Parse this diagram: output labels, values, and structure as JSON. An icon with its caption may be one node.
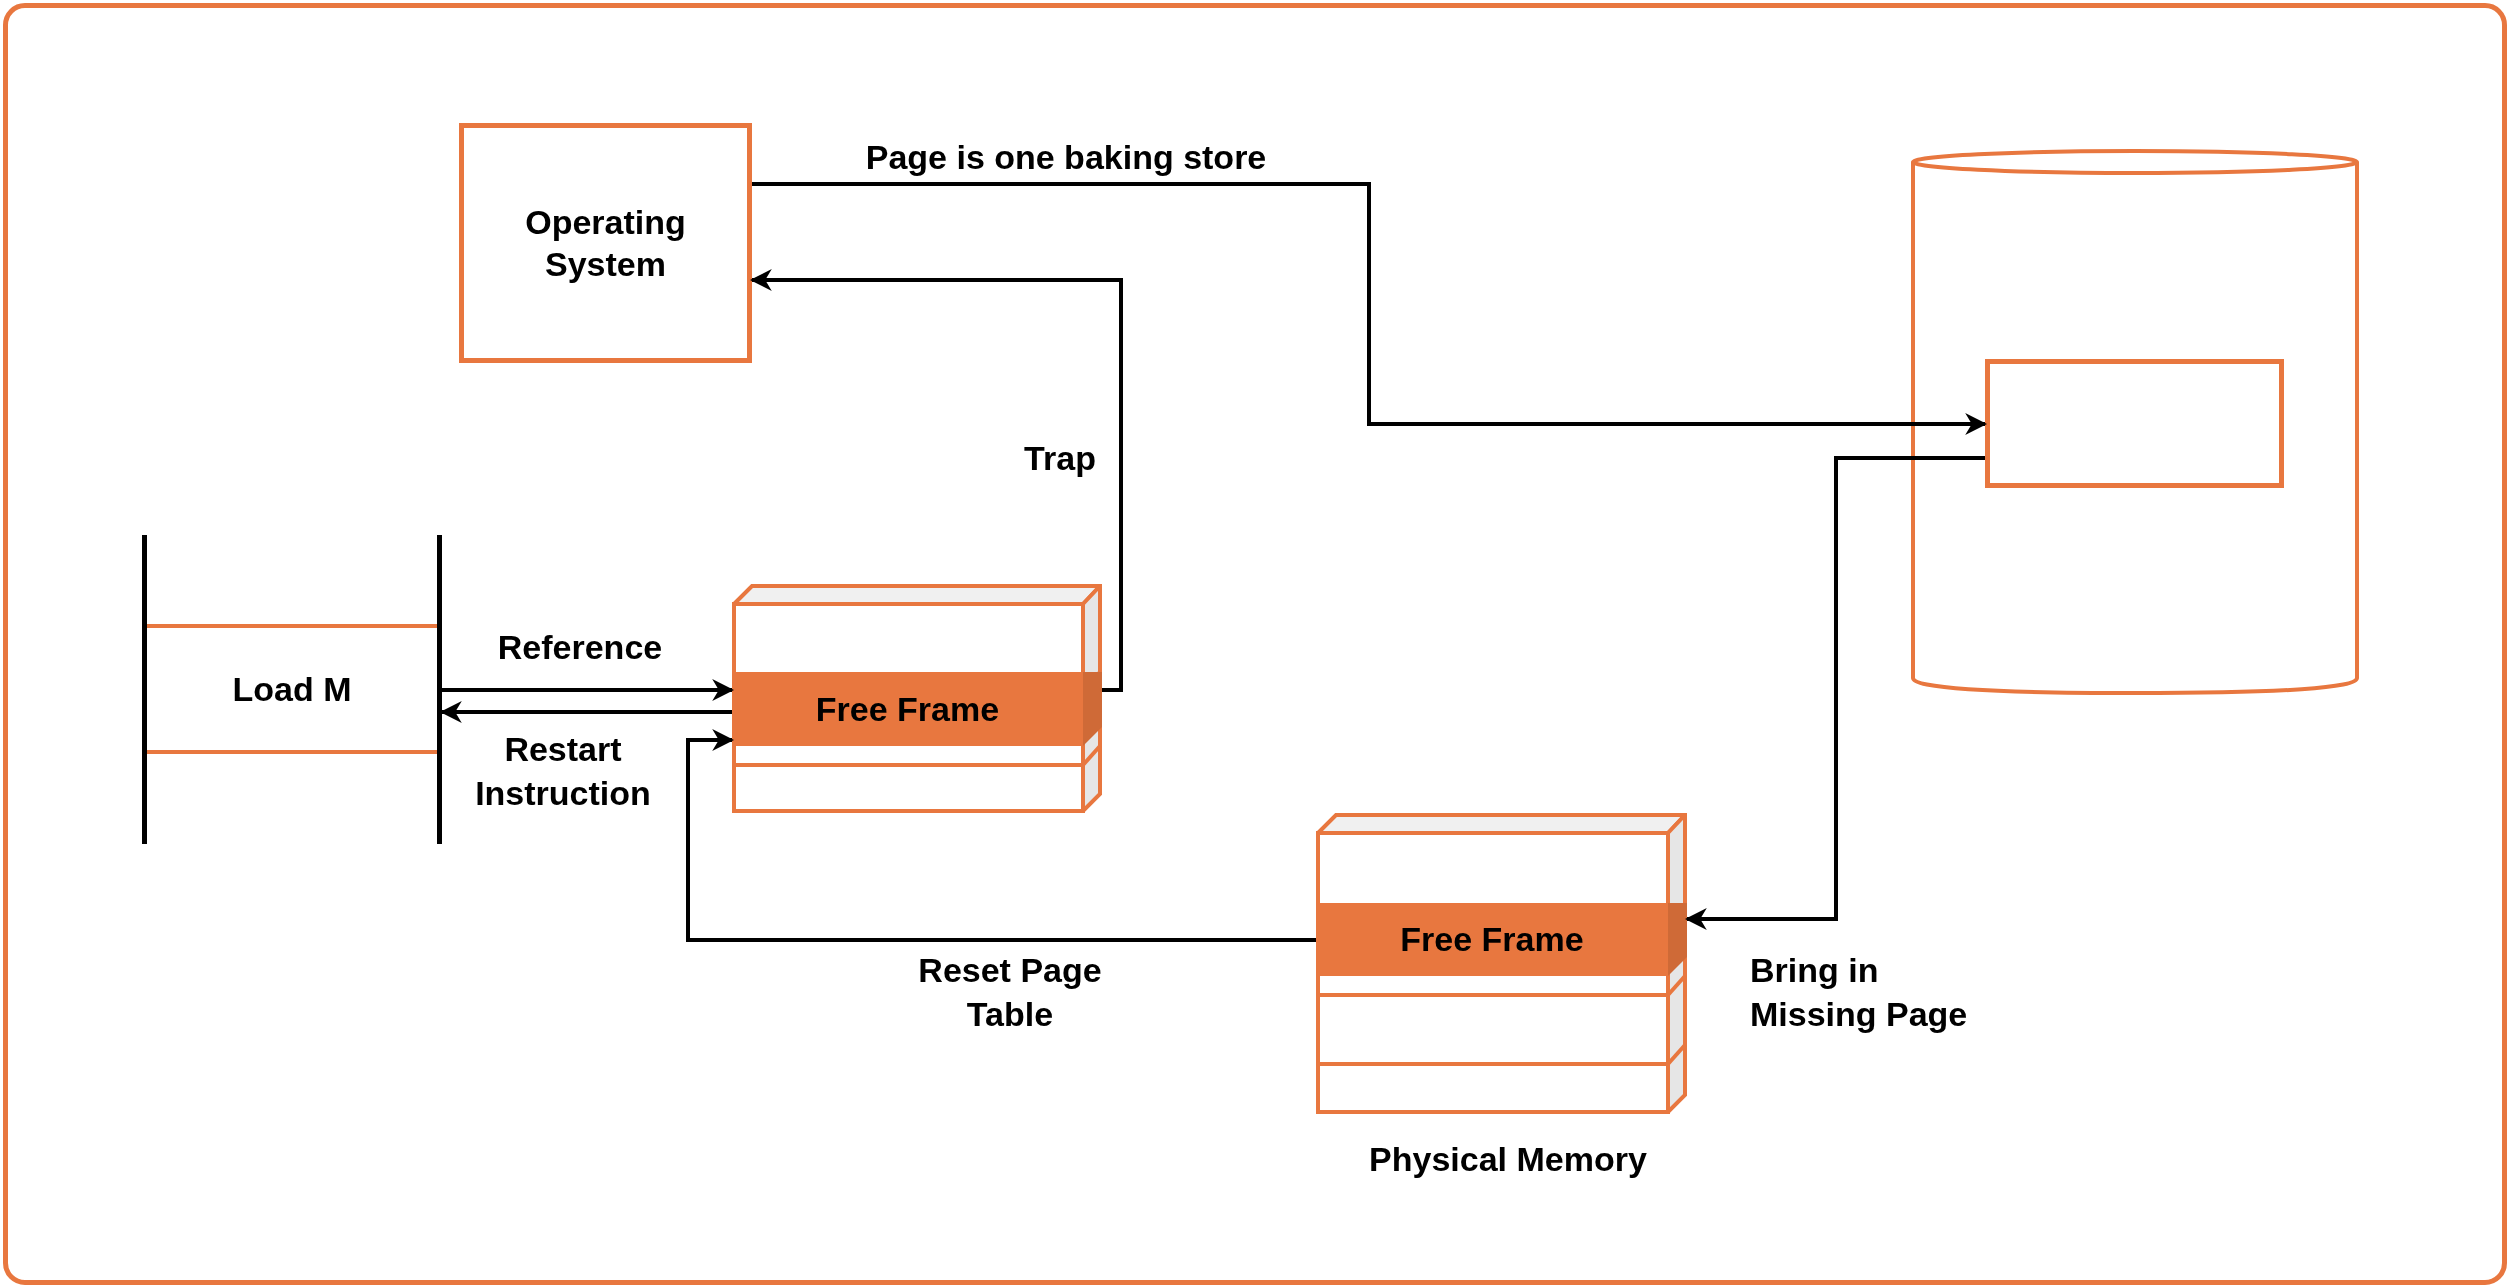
{
  "diagram": {
    "nodes": [
      {
        "text": [
          "Operating System"
        ]
      },
      {
        "text": [
          "Load M"
        ]
      },
      {
        "text": [],
        "shape": "box"
      },
      {
        "text": [
          "Free Frame"
        ],
        "in": 2
      },
      {
        "text": [],
        "shape": "box",
        "beside": [
          "Physical Memory"
        ]
      },
      {
        "text": [
          "Free Frame"
        ],
        "in": 4
      },
      {
        "text": [],
        "shape": "cylinder"
      },
      {
        "text": [],
        "shape": "box",
        "in": 6
      }
    ],
    "edges": [
      {
        "from": 0,
        "to": 7,
        "label": "Page is one baking store",
        "arrow": "to"
      },
      {
        "from": 3,
        "to": 0,
        "label": "Trap",
        "arrow": "to"
      },
      {
        "from": 1,
        "to": 3,
        "label": "Reference",
        "arrow": "to"
      },
      {
        "from": 3,
        "to": 1,
        "label": "Restart Instruction",
        "arrow": "to"
      },
      {
        "from": 5,
        "to": 3,
        "label": "Reset Page Table",
        "arrow": "to"
      },
      {
        "from": 7,
        "to": 5,
        "label": "Bring in Missing Page",
        "arrow": "to"
      }
    ]
  }
}
